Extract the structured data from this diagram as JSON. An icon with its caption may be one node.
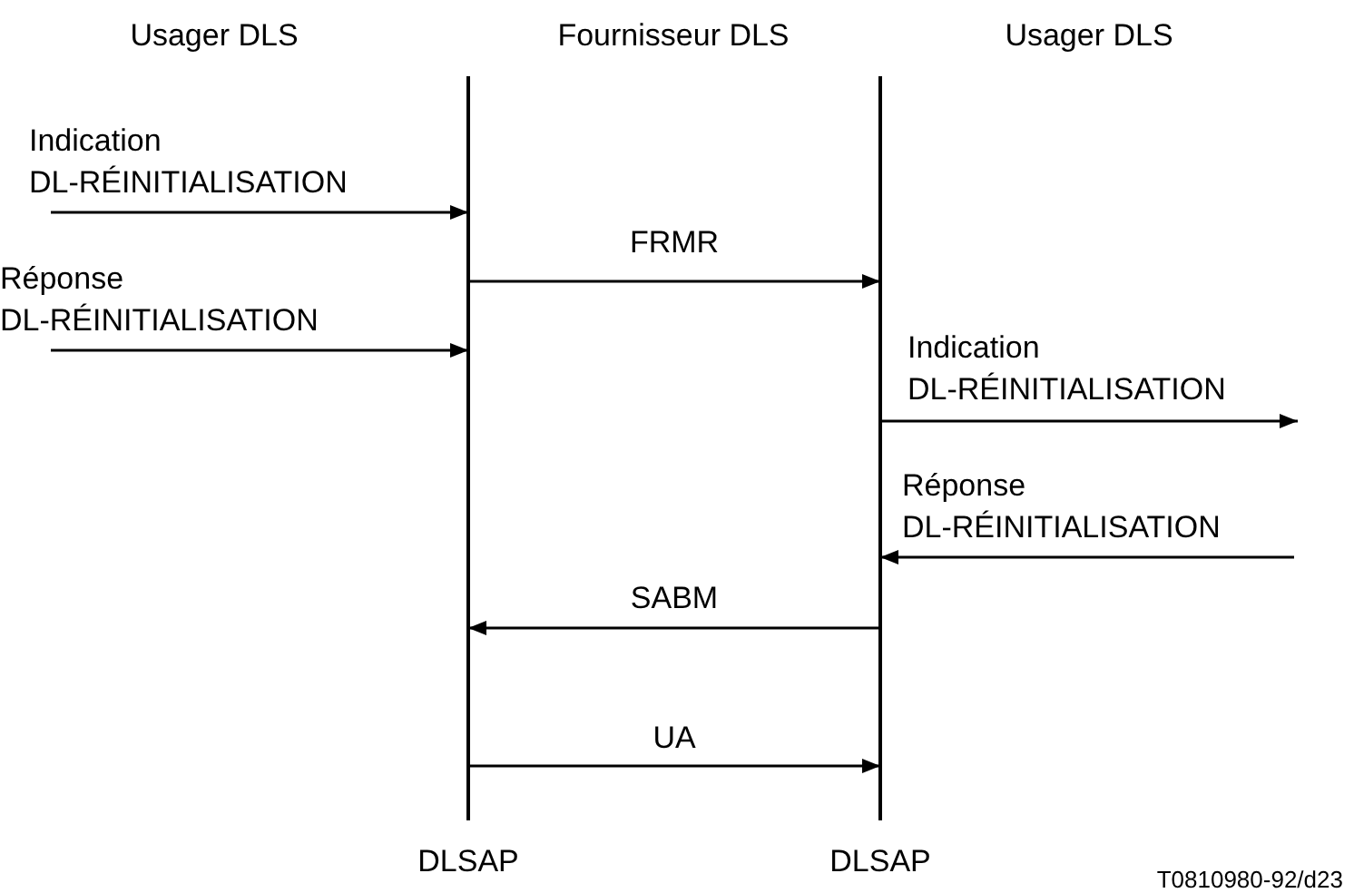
{
  "diagram": {
    "nodes": [
      {
        "text": [],
        "shape": "bar",
        "beside": [
          "DLSAP"
        ]
      },
      {
        "text": [],
        "shape": "bar",
        "beside": [
          "DLSAP"
        ]
      }
    ],
    "edges": [
      {
        "from": null,
        "to": 0,
        "arrow": "to",
        "label": "Indication DL-RÉINITIALISATION"
      },
      {
        "from": 0,
        "to": 1,
        "arrow": "to",
        "label": "FRMR"
      },
      {
        "from": null,
        "to": 0,
        "arrow": "to",
        "label": "Réponse DL-RÉINITIALISATION"
      },
      {
        "from": 1,
        "to": null,
        "arrow": "to",
        "label": "Indication DL-RÉINITIALISATION"
      },
      {
        "from": null,
        "to": 1,
        "arrow": "to",
        "label": "Réponse DL-RÉINITIALISATION"
      },
      {
        "from": 1,
        "to": 0,
        "arrow": "to",
        "label": "SABM"
      },
      {
        "from": 0,
        "to": 1,
        "arrow": "to",
        "label": "UA"
      }
    ],
    "labels": [
      "Usager DLS",
      "Fournisseur DLS",
      "Usager DLS",
      "T0810980-92/d23"
    ]
  }
}
